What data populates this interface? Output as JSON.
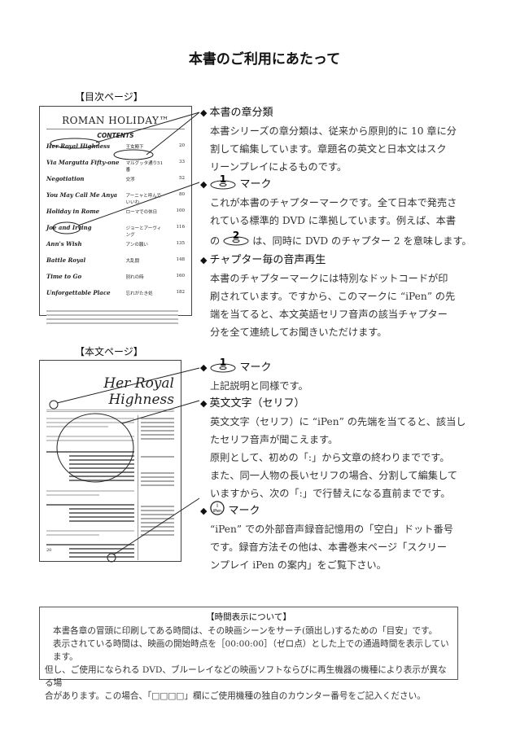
{
  "title": "本書のご利用にあたって",
  "toc_label": "【目次ページ】",
  "body_label": "【本文ページ】",
  "toc_thumb": {
    "book_title": "ROMAN HOLIDAY™",
    "contents_heading": "CONTENTS",
    "chapters": [
      {
        "en": "Her Royal Highness",
        "jp": "王女殿下",
        "page": "20"
      },
      {
        "en": "Via Margutta Fifty-one",
        "jp": "マルグッタ通り51番",
        "page": "33"
      },
      {
        "en": "Negotiation",
        "jp": "交渉",
        "page": "52"
      },
      {
        "en": "You May Call Me Anya",
        "jp": "アーニャと呼んでいいわ",
        "page": "80"
      },
      {
        "en": "Holiday in Rome",
        "jp": "ローマでの休日",
        "page": "100"
      },
      {
        "en": "Joe and Irving",
        "jp": "ジョーとアーヴィング",
        "page": "116"
      },
      {
        "en": "Ann's Wish",
        "jp": "アンの願い",
        "page": "135"
      },
      {
        "en": "Battle Royal",
        "jp": "大乱闘",
        "page": "148"
      },
      {
        "en": "Time to Go",
        "jp": "別れの時",
        "page": "160"
      },
      {
        "en": "Unforgettable Place",
        "jp": "忘れがたき処",
        "page": "182"
      }
    ]
  },
  "body_thumb": {
    "chapter_title": "Her Royal Highness",
    "page_number": "20"
  },
  "toc_sections": [
    {
      "heading": "本書の章分類",
      "lines": [
        "本書シリーズの章分類は、従来から原則的に 10 章に分",
        "割して編集しています。章題名の英文と日本文はスク",
        "リーンプレイによるものです。"
      ]
    },
    {
      "icon_number": "1",
      "heading": "マーク",
      "lines": [
        "これが本書のチャプターマークです。全て日本で発売さ",
        "れている標準的 DVD に準拠しています。例えば、本書"
      ],
      "inline_icon_number": "2",
      "inline_line_before": "の",
      "inline_line_after": "は、同時に DVD のチャプター 2 を意味します。"
    },
    {
      "heading": "チャプター毎の音声再生",
      "lines": [
        "本書のチャプターマークには特別なドットコードが印",
        "刷されています。ですから、このマークに “iPen” の先",
        "端を当てると、本文英語セリフ音声の該当チャプター",
        "分を全て連続してお聞きいただけます。"
      ]
    }
  ],
  "body_sections": [
    {
      "icon_number": "1",
      "heading": "マーク",
      "lines": [
        "上記説明と同様です。"
      ]
    },
    {
      "heading": "英文文字（セリフ）",
      "lines": [
        "英文文字（セリフ）に “iPen” の先端を当てると、該当し",
        "たセリフ音声が聞こえます。",
        "原則として、初めの「:」から文章の終わりまでです。",
        "また、同一人物の長いセリフの場合、分割して編集して",
        "いますから、次の「:」で行替えになる直前までです。"
      ]
    },
    {
      "icon_text": "iPen",
      "heading": "マーク",
      "lines": [
        "“iPen” での外部音声録音記憶用の「空白」ドット番号",
        "です。録音方法その他は、本書巻末ページ「スクリー",
        "ンプレイ iPen の案内」をご覧下さい。"
      ]
    }
  ],
  "notice": {
    "title": "【時間表示について】",
    "lines": [
      "本書各章の冒頭に印刷してある時間は、その映画シーンをサーチ(頭出し)するための「目安」です。",
      "表示されている時間は、映画の開始時点を［00:00:00］（ゼロ点）とした上での通過時間を表示しています。",
      "但し、ご使用になられる DVD、ブルーレイなどの映画ソフトならびに再生機器の機種により表示が異なる場",
      "合があります。この場合、「□□□□」欄にご使用機種の独自のカウンター番号をご記入ください。"
    ]
  }
}
